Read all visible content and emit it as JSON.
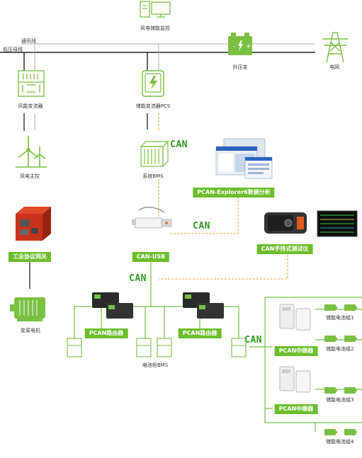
{
  "labels": {
    "wind_monitor": "风电储能监控",
    "comm_line": "通讯线",
    "lv_bus": "低压母线",
    "boost_transformer": "升压变",
    "grid": "电网",
    "wind_converter": "风能变流器",
    "pcs": "储能变流器PCS",
    "wind_master": "风电主控",
    "system_bms": "系统BMS",
    "motor": "变桨电机",
    "cabinet_bms": "电池柜BMS",
    "battery_group_1": "储能电池组1",
    "battery_group_2": "储能电池组2",
    "battery_group_3": "储能电池组3",
    "battery_group_4": "储能电池组4"
  },
  "badges": {
    "explorer": "PCAN-Explorer6数据分析",
    "gateway": "工业协议网关",
    "can_usb": "CAN-USB",
    "handheld": "CAN手持式测试仪",
    "router_1": "PCAN路由器",
    "router_2": "PCAN路由器",
    "repeater_1": "PCAN中继器",
    "repeater_2": "PCAN中继器"
  },
  "can_tags": {
    "bms": "CAN",
    "usb": "CAN",
    "bus": "CAN",
    "repeater": "CAN"
  },
  "colors": {
    "accent_green": "#6cbe2c",
    "can_green": "#2f9a22",
    "can_line_orange": "#f0a030",
    "line_gray": "#9a9a9a"
  }
}
